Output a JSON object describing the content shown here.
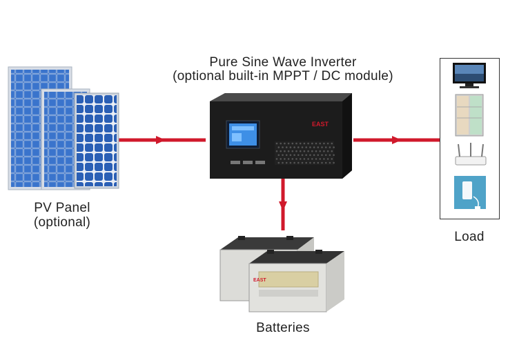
{
  "inverter": {
    "title": "Pure Sine Wave Inverter",
    "subtitle": "(optional built-in MPPT / DC module)",
    "brand": "EAST"
  },
  "pv_panel": {
    "label": "PV Panel",
    "sublabel": "(optional)"
  },
  "load": {
    "label": "Load",
    "devices": [
      "tv-icon",
      "refrigerator-icon",
      "router-icon",
      "phone-charger-icon"
    ]
  },
  "batteries": {
    "label": "Batteries",
    "brand": "EAST"
  },
  "colors": {
    "flow_arrow": "#d0192b",
    "inverter_body": "#1c1c1c",
    "panel_blue": "#2a5fb5",
    "battery_case": "#dcdcd8"
  }
}
